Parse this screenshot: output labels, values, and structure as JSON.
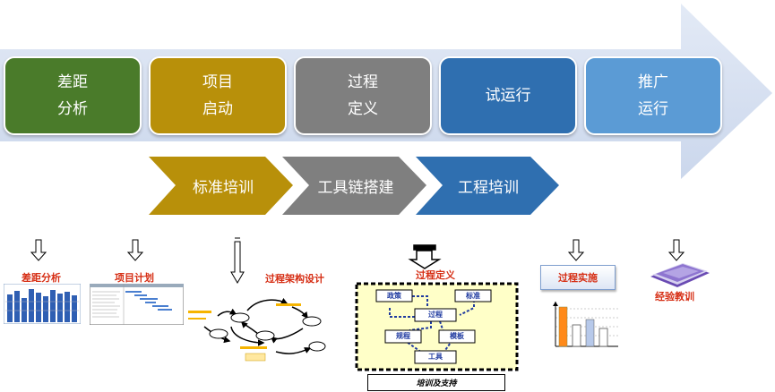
{
  "stages": [
    {
      "line1": "差距",
      "line2": "分析",
      "color": "#4a7b2a"
    },
    {
      "line1": "项目",
      "line2": "启动",
      "color": "#b8900a"
    },
    {
      "line1": "过程",
      "line2": "定义",
      "color": "#7f7f7f"
    },
    {
      "line1": "试运行",
      "line2": "",
      "color": "#2f6fb0"
    },
    {
      "line1": "推广",
      "line2": "运行",
      "color": "#5b9bd5"
    }
  ],
  "trainings": [
    {
      "label": "标准培训",
      "color": "#b8900a"
    },
    {
      "label": "工具链搭建",
      "color": "#7f7f7f"
    },
    {
      "label": "工程培训",
      "color": "#2f6fb0"
    }
  ],
  "bottom": {
    "gap_analysis": "差距分析",
    "project_plan": "项目计划",
    "process_arch": "过程架构设计",
    "process_def": "过程定义",
    "process_impl": "过程实施",
    "lessons": "经验教训",
    "box_policy": "政策",
    "box_standard": "标准",
    "box_process": "过程",
    "box_procedure": "规程",
    "box_template": "模板",
    "box_tool": "工具",
    "support": "培训及支持"
  },
  "colors": {
    "arrow": "#d5dff0",
    "label_red": "#d62e14"
  }
}
